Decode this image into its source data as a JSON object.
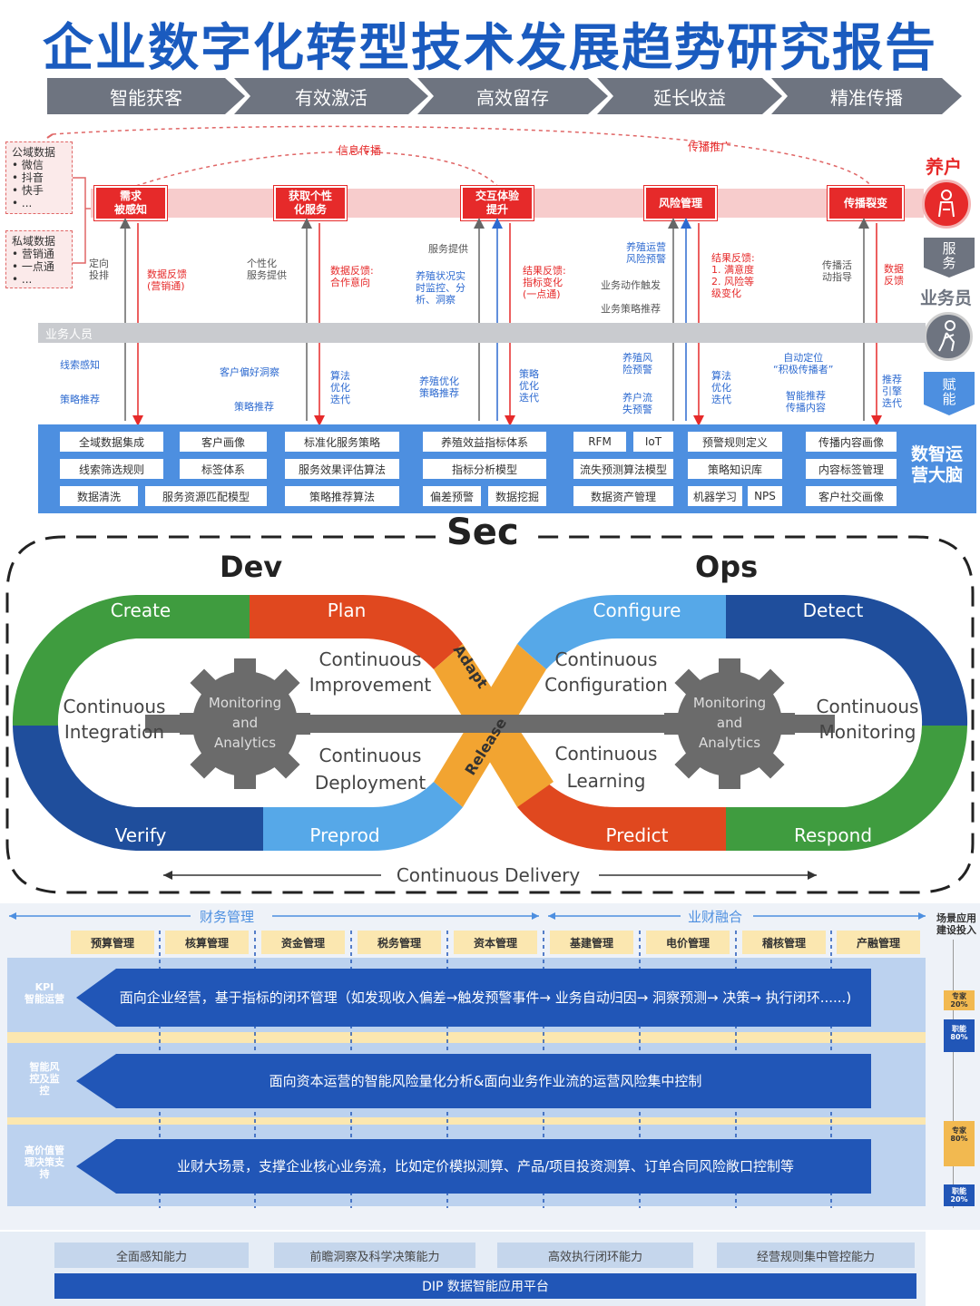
{
  "title": "企业数字化转型技术发展趋势研究报告",
  "flow_steps": [
    "智能获客",
    "有效激活",
    "高效留存",
    "延长收益",
    "精准传播"
  ],
  "customer_ops": {
    "public_data": {
      "title": "公域数据",
      "items": [
        "微信",
        "抖音",
        "快手",
        "..."
      ]
    },
    "private_data": {
      "title": "私域数据",
      "items": [
        "营销通",
        "一点通",
        "..."
      ]
    },
    "top_notes": {
      "info": "信息传播",
      "promo": "传播推广"
    },
    "stages": [
      "需求\n被感知",
      "获取个性\n化服务",
      "交互体验\n提升",
      "风险管理",
      "传播裂变"
    ],
    "right_labels": {
      "yanghu": "养户",
      "fuwu": "服\n务",
      "yewuyuan": "业务员",
      "funeng": "赋\n能",
      "brain": "数智运\n营大脑"
    },
    "staff_band": "业务人员",
    "upper_notes": [
      {
        "text": "定向\n投排",
        "color": "gray"
      },
      {
        "text": "数据反馈\n(营销通)",
        "color": "red"
      },
      {
        "text": "个性化\n服务提供",
        "color": "gray"
      },
      {
        "text": "数据反馈:\n合作意向",
        "color": "red"
      },
      {
        "text": "服务提供",
        "color": "gray"
      },
      {
        "text": "养殖状况实\n时监控、分\n析、洞察",
        "color": "blue"
      },
      {
        "text": "结果反馈:\n指标变化\n(一点通)",
        "color": "red"
      },
      {
        "text": "养殖运营\n风险预警",
        "color": "blue"
      },
      {
        "text": "业务动作触发",
        "color": "gray"
      },
      {
        "text": "业务策略推荐",
        "color": "gray"
      },
      {
        "text": "结果反馈:\n1. 满意度\n2. 风险等\n级变化",
        "color": "red"
      },
      {
        "text": "传播活\n动指导",
        "color": "gray"
      },
      {
        "text": "数据\n反馈",
        "color": "red"
      }
    ],
    "lower_notes": [
      {
        "text": "线索感知",
        "color": "blue"
      },
      {
        "text": "策略推荐",
        "color": "blue"
      },
      {
        "text": "客户偏好洞察",
        "color": "blue"
      },
      {
        "text": "策略推荐",
        "color": "blue"
      },
      {
        "text": "算法\n优化\n迭代",
        "color": "blue"
      },
      {
        "text": "养殖优化\n策略推荐",
        "color": "blue"
      },
      {
        "text": "策略\n优化\n迭代",
        "color": "blue"
      },
      {
        "text": "养殖风\n险预警",
        "color": "blue"
      },
      {
        "text": "养户流\n失预警",
        "color": "blue"
      },
      {
        "text": "算法\n优化\n迭代",
        "color": "blue"
      },
      {
        "text": "自动定位\n“积极传播者”",
        "color": "blue"
      },
      {
        "text": "智能推荐\n传播内容",
        "color": "blue"
      },
      {
        "text": "推荐\n引擎\n迭代",
        "color": "blue"
      }
    ],
    "cells": [
      "全域数据集成",
      "客户画像",
      "线索筛选规则",
      "标签体系",
      "数据清洗",
      "服务资源匹配模型",
      "标准化服务策略",
      "服务效果评估算法",
      "策略推荐算法",
      "养殖效益指标体系",
      "指标分析模型",
      "偏差预警",
      "数据挖掘",
      "RFM",
      "IoT",
      "流失预测算法模型",
      "数据资产管理",
      "预警规则定义",
      "策略知识库",
      "机器学习",
      "NPS",
      "传播内容画像",
      "内容标签管理",
      "客户社交画像"
    ]
  },
  "devsecops": {
    "sec": "Sec",
    "dev": "Dev",
    "ops": "Ops",
    "segments": [
      "Create",
      "Plan",
      "Configure",
      "Detect",
      "Verify",
      "Preprod",
      "Predict",
      "Respond",
      "Adapt",
      "Release"
    ],
    "inner": [
      "Continuous\nIntegration",
      "Continuous\nImprovement",
      "Continuous\nDeployment",
      "Continuous\nConfiguration",
      "Continuous\nLearning",
      "Continuous\nMonitoring"
    ],
    "gear": "Monitoring\nand\nAnalytics",
    "delivery": "Continuous Delivery",
    "colors": {
      "green": "#3f9c3f",
      "red": "#e0481f",
      "lightblue": "#56a8e8",
      "darkblue": "#1f4e9c",
      "orange": "#f2a431",
      "gray": "#6b6b6b"
    }
  },
  "finance": {
    "left_header": "财务管理",
    "right_header": "业财融合",
    "side_header": "场景应用\n建设投入",
    "columns": [
      "预算管理",
      "核算管理",
      "资金管理",
      "税务管理",
      "资本管理",
      "基建管理",
      "电价管理",
      "稽核管理",
      "产融管理"
    ],
    "rows": [
      {
        "label": "KPI\n智能运营",
        "text": "面向企业经营，基于指标的闭环管理（如发现收入偏差→触发预警事件→ 业务自动归因→ 洞察预测→ 决策→ 执行闭环......)"
      },
      {
        "label": "智能风\n控及监\n控",
        "text": "面向资本运营的智能风险量化分析&面向业务作业流的运营风险集中控制"
      },
      {
        "label": "高价值管\n理决策支\n持",
        "text": "业财大场景，支撑企业核心业务流，比如定价模拟测算、产品/项目投资测算、订单合同风险敞口控制等"
      }
    ],
    "side_bars": [
      {
        "text": "专家\n20%",
        "color": "#f2b950"
      },
      {
        "text": "职能\n80%",
        "color": "#2156b7"
      },
      {
        "text": "专家\n80%",
        "color": "#f2b950"
      },
      {
        "text": "职能\n20%",
        "color": "#2156b7"
      }
    ],
    "capabilities": [
      "全面感知能力",
      "前瞻洞察及科学决策能力",
      "高效执行闭环能力",
      "经营规则集中管控能力"
    ],
    "platform": "DIP 数据智能应用平台"
  }
}
